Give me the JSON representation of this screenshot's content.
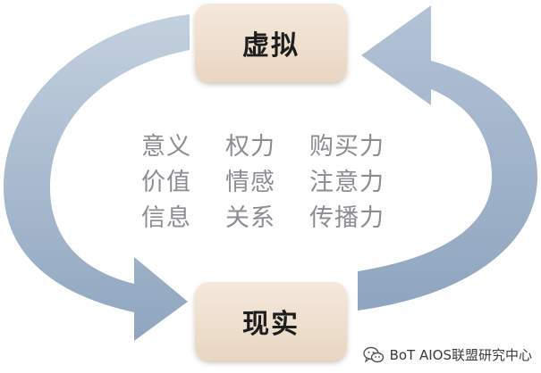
{
  "nodes": {
    "top": "虚拟",
    "bottom": "现实"
  },
  "terms": [
    [
      "意义",
      "权力",
      "购买力"
    ],
    [
      "价值",
      "情感",
      "注意力"
    ],
    [
      "信息",
      "关系",
      "传播力"
    ]
  ],
  "watermark": {
    "text": "BoT AIOS联盟研究中心",
    "icon": "wechat-icon"
  },
  "colors": {
    "arrow": "#9aaec6",
    "box": "#efe0d0",
    "terms_text": "#8c8c92"
  }
}
